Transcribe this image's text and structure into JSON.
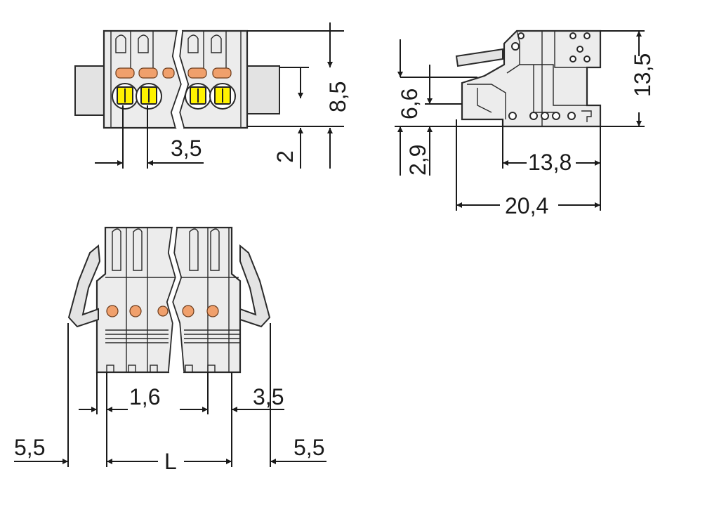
{
  "dimensions": {
    "front_pitch": "3,5",
    "front_height": "8,5",
    "front_offset": "2",
    "side_height": "13,5",
    "side_inner_height": "6,6",
    "side_bottom_offset": "2,9",
    "side_depth_inner": "13,8",
    "side_depth_total": "20,4",
    "bottom_pin_width": "1,6",
    "bottom_pitch": "3,5",
    "bottom_left_flange": "5,5",
    "bottom_right_flange": "5,5",
    "bottom_length": "L"
  }
}
